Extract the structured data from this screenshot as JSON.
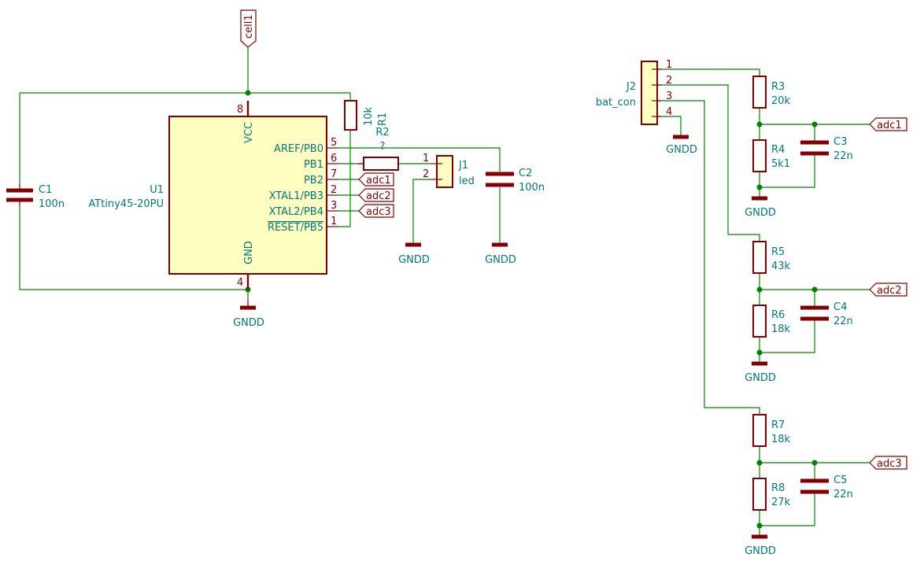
{
  "u1": {
    "ref": "U1",
    "value": "ATtiny45-20PU",
    "pins": [
      {
        "num": "8",
        "name": "VCC"
      },
      {
        "num": "4",
        "name": "GND"
      },
      {
        "num": "5",
        "name": "AREF/PB0"
      },
      {
        "num": "6",
        "name": "PB1"
      },
      {
        "num": "7",
        "name": "PB2"
      },
      {
        "num": "2",
        "name": "XTAL1/PB3"
      },
      {
        "num": "3",
        "name": "XTAL2/PB4"
      },
      {
        "num": "1",
        "name": "RESET/PB5"
      }
    ]
  },
  "c1": {
    "ref": "C1",
    "value": "100n"
  },
  "c2": {
    "ref": "C2",
    "value": "100n"
  },
  "r1": {
    "ref": "R1",
    "value": "10k"
  },
  "r2": {
    "ref": "R2",
    "value": "?"
  },
  "j1": {
    "ref": "J1",
    "value": "led",
    "pins": [
      "1",
      "2"
    ]
  },
  "j2": {
    "ref": "J2",
    "value": "bat_con",
    "pins": [
      "1",
      "2",
      "3",
      "4"
    ]
  },
  "r3": {
    "ref": "R3",
    "value": "20k"
  },
  "r4": {
    "ref": "R4",
    "value": "5k1"
  },
  "r5": {
    "ref": "R5",
    "value": "43k"
  },
  "r6": {
    "ref": "R6",
    "value": "18k"
  },
  "r7": {
    "ref": "R7",
    "value": "18k"
  },
  "r8": {
    "ref": "R8",
    "value": "27k"
  },
  "c3": {
    "ref": "C3",
    "value": "22n"
  },
  "c4": {
    "ref": "C4",
    "value": "22n"
  },
  "c5": {
    "ref": "C5",
    "value": "22n"
  },
  "power": {
    "gnd": "GNDD"
  },
  "labels": {
    "cell1": "cell1",
    "adc1": "adc1",
    "adc2": "adc2",
    "adc3": "adc3"
  },
  "colors": {
    "wire": "#008400",
    "symbol": "#840000",
    "text": "#007a7a",
    "body_fill": "#ffffc2"
  }
}
